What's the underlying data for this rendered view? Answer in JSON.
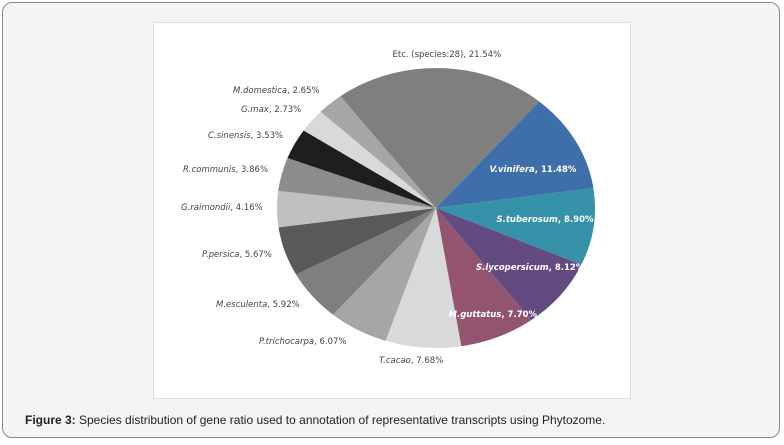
{
  "caption": {
    "label": "Figure 3:",
    "text": " Species distribution of gene ratio used to annotation of representative transcripts using Phytozome."
  },
  "chart_data": {
    "type": "pie",
    "title": "",
    "unit": "%",
    "slices": [
      {
        "name": "Etc. (species:28)",
        "value": 21.54,
        "color": "#7f7f7f",
        "italic": false
      },
      {
        "name": "V.vinifera",
        "value": 11.48,
        "color": "#3f6faa",
        "italic": true
      },
      {
        "name": "S.tuberosum",
        "value": 8.9,
        "color": "#3592a8",
        "italic": true
      },
      {
        "name": "S.lycopersicum",
        "value": 8.12,
        "color": "#634a80",
        "italic": true
      },
      {
        "name": "M.guttatus",
        "value": 7.7,
        "color": "#93546f",
        "italic": true
      },
      {
        "name": "T.cacao",
        "value": 7.68,
        "color": "#d9d9d9",
        "italic": true
      },
      {
        "name": "P.trichocarpa",
        "value": 6.07,
        "color": "#a6a6a6",
        "italic": true
      },
      {
        "name": "M.esculenta",
        "value": 5.92,
        "color": "#7f7f7f",
        "italic": true
      },
      {
        "name": "P.persica",
        "value": 5.67,
        "color": "#595959",
        "italic": true
      },
      {
        "name": "G.raimondii",
        "value": 4.16,
        "color": "#bfbfbf",
        "italic": true
      },
      {
        "name": "R.communis",
        "value": 3.86,
        "color": "#8c8c8c",
        "italic": true
      },
      {
        "name": "C.sinensis",
        "value": 3.53,
        "color": "#1e1e1e",
        "italic": true
      },
      {
        "name": "G.max",
        "value": 2.73,
        "color": "#d9d9d9",
        "italic": true
      },
      {
        "name": "M.domestica",
        "value": 2.65,
        "color": "#a6a6a6",
        "italic": true
      }
    ]
  }
}
